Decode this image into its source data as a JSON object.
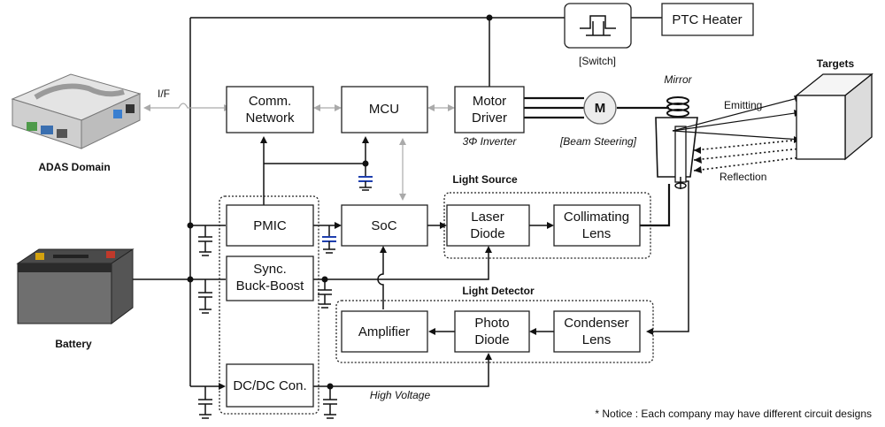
{
  "blocks": {
    "ptc_heater": "PTC Heater",
    "comm_network": [
      "Comm.",
      "Network"
    ],
    "mcu": "MCU",
    "motor_driver": [
      "Motor",
      "Driver"
    ],
    "motor": "M",
    "pmic": "PMIC",
    "soc": "SoC",
    "laser_diode": [
      "Laser",
      "Diode"
    ],
    "collimating_lens": [
      "Collimating",
      "Lens"
    ],
    "sync_buck_boost": [
      "Sync.",
      "Buck-Boost"
    ],
    "amplifier": "Amplifier",
    "photo_diode": [
      "Photo",
      "Diode"
    ],
    "condenser_lens": [
      "Condenser",
      "Lens"
    ],
    "dcdc": "DC/DC Con."
  },
  "labels": {
    "switch": "[Switch]",
    "interface": "I/F",
    "adas_domain": "ADAS Domain",
    "battery": "Battery",
    "three_phase_inverter": "3Φ Inverter",
    "beam_steering": "[Beam Steering]",
    "mirror": "Mirror",
    "targets": "Targets",
    "emitting": "Emitting",
    "reflection": "Reflection",
    "light_source": "Light Source",
    "light_detector": "Light Detector",
    "high_voltage": "High Voltage",
    "notice": "* Notice :  Each company may have different circuit designs"
  },
  "colors": {
    "line": "#111111",
    "signal_line": "#aaaaaa",
    "capacitor_blue": "#1f3fae",
    "battery_body": "#6f6f6f",
    "battery_top": "#2b2b2b",
    "battery_red_terminal": "#c0392b",
    "battery_yellow": "#d4a20f",
    "notice_text": "#666666"
  }
}
